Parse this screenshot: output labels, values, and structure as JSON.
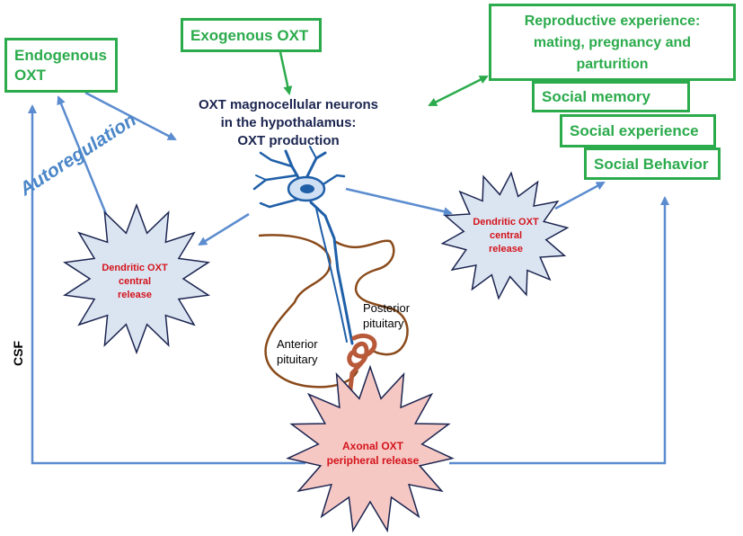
{
  "boxes": {
    "endogenous": "Endogenous OXT",
    "exogenous": "Exogenous OXT",
    "reproductive": [
      "Reproductive experience:",
      "mating, pregnancy and",
      "parturition"
    ],
    "social_memory": "Social memory",
    "social_experience": "Social experience",
    "social_behavior": "Social Behavior"
  },
  "neurons_title": [
    "OXT magnocellular neurons",
    "in the hypothalamus:",
    "OXT production"
  ],
  "autoregulation": "Autoregulation",
  "csf": "CSF",
  "bursts": {
    "left": [
      "Dendritic OXT",
      "central",
      "release"
    ],
    "right": [
      "Dendritic OXT",
      "central",
      "release"
    ],
    "bottom": [
      "Axonal OXT",
      "peripheral release"
    ]
  },
  "pituitary": {
    "anterior": [
      "Anterior",
      "pituitary"
    ],
    "posterior": [
      "Posterior",
      "pituitary"
    ]
  },
  "colors": {
    "green": "#2bab4c",
    "blue_arrow": "#5b8ccf",
    "neuron": "#1f5fa8",
    "burst_blue": "#dbe4f1",
    "burst_pink": "#f6c8c4",
    "pituitary_brown": "#8a4a1a",
    "red_text": "#d4141c",
    "dark_text": "#1b2550"
  }
}
